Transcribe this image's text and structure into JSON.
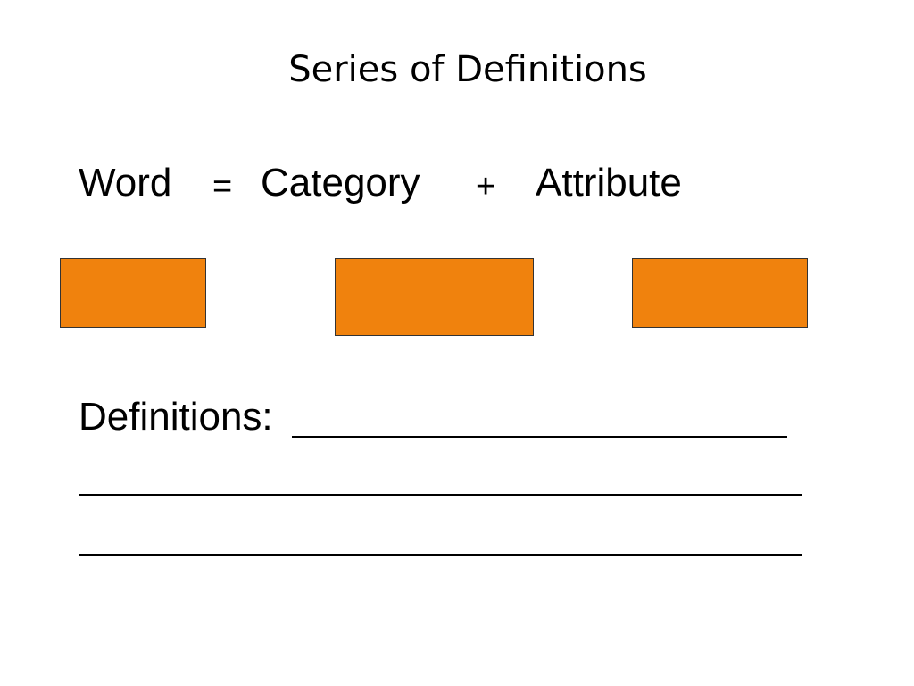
{
  "slide": {
    "title": "Series of Definitions",
    "equation": {
      "word": "Word",
      "equals": "=",
      "category": "Category",
      "plus": "+",
      "attribute": "Attribute"
    },
    "box_color": "#F0820D",
    "definitions_label": "Definitions:"
  }
}
